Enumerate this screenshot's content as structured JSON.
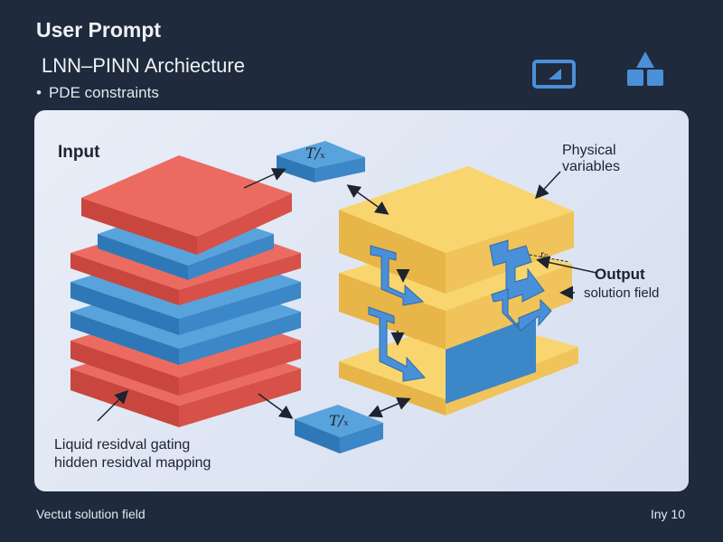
{
  "header": {
    "title": "User Prompt",
    "subtitle": "LNN–PINN Archiecture",
    "bullet": "PDE constraints",
    "icons": [
      "frame-icon",
      "blocks-icon"
    ]
  },
  "diagram": {
    "input_label": "Input",
    "physical_label_line1": "Physical",
    "physical_label_line2": "variables",
    "output_label": "Output",
    "solution_label": "solution field",
    "gating_label": "Liquid residval gating",
    "mapping_label": "hidden residval mapping",
    "top_box_label": "T/ₓ",
    "bottom_box_label": "T/ₓ",
    "small_tag": "r₀"
  },
  "footer": {
    "left": "Vectut solution field",
    "right": "Iny 10"
  },
  "colors": {
    "background": "#1f2a3c",
    "panel": "#e3e9f5",
    "red_layer": "#e8685f",
    "blue_layer": "#4f9bd6",
    "yellow_block": "#f5cf63",
    "arrow_blue": "#4a90d9"
  }
}
